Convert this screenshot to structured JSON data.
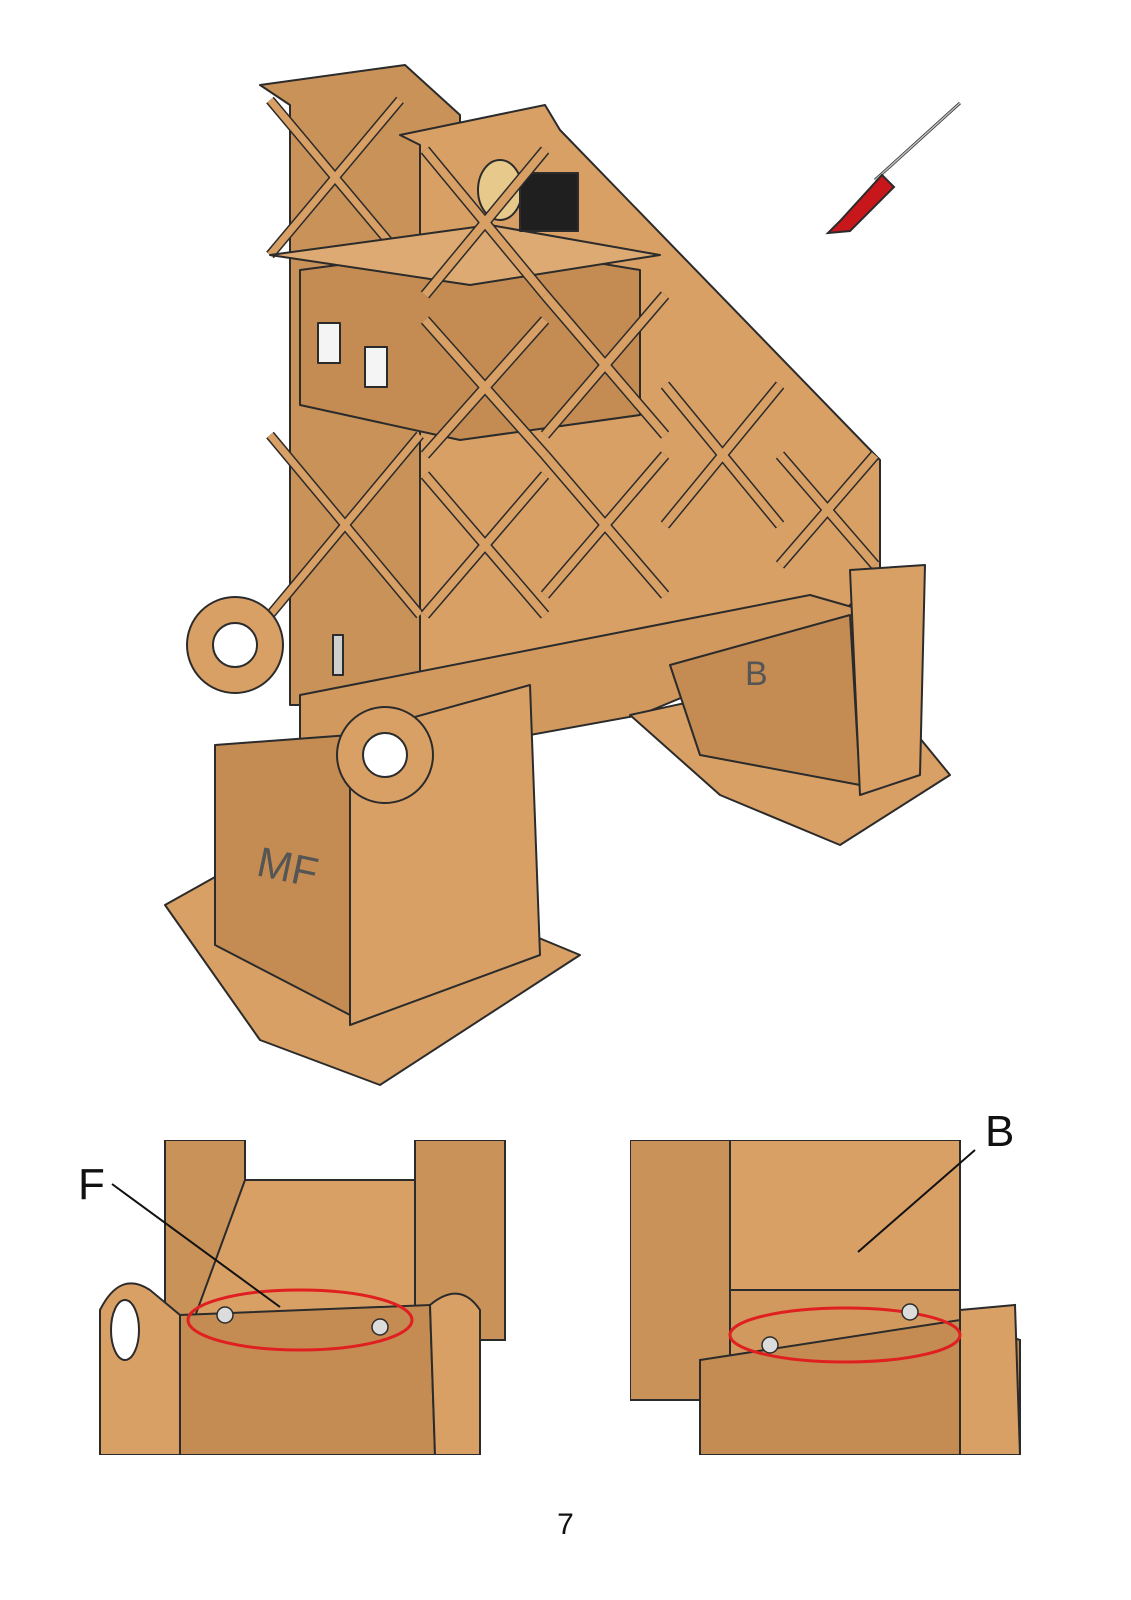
{
  "callouts": {
    "front": "F",
    "back": "B"
  },
  "footer": {
    "page_number": "7"
  },
  "markings": {
    "front_base": "MF",
    "back_base": "B"
  },
  "colors": {
    "wood": "#d9a066",
    "wood_dark": "#b9834c",
    "outline": "#2b2b2b",
    "highlight_ring": "#e02020",
    "screwdriver_handle": "#c8171b"
  }
}
